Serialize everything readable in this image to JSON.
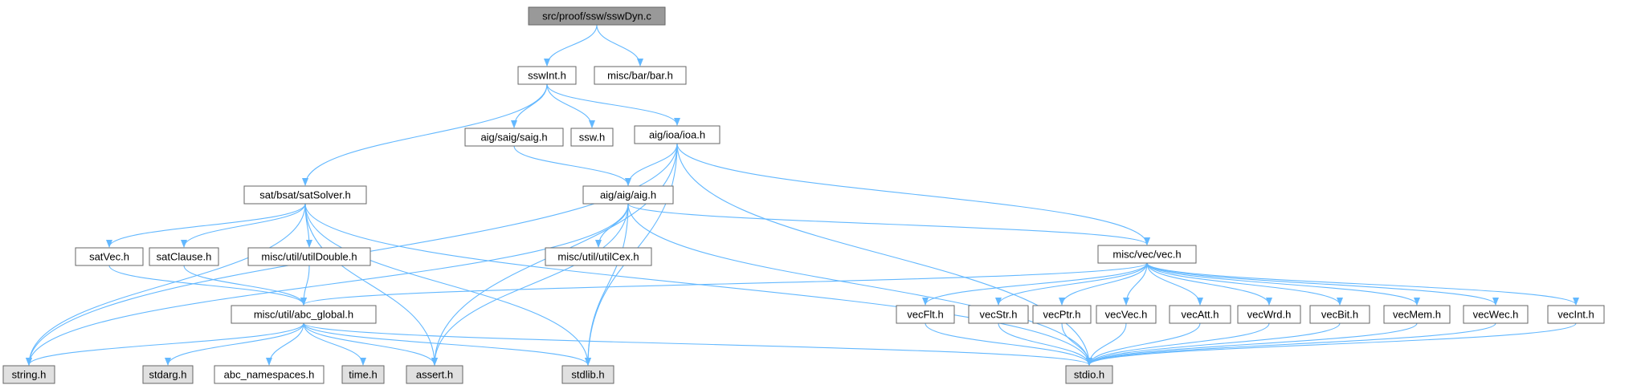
{
  "graph": {
    "colors": {
      "root_fill": "#999999",
      "system_fill": "#e0e0e0",
      "normal_fill": "#ffffff",
      "edge": "#63b8ff",
      "border": "#666666"
    },
    "nodes": [
      {
        "id": "sswDyn_c",
        "label": "src/proof/ssw/sswDyn.c",
        "kind": "root"
      },
      {
        "id": "sswInt_h",
        "label": "sswInt.h",
        "kind": "normal"
      },
      {
        "id": "misc_bar_bar_h",
        "label": "misc/bar/bar.h",
        "kind": "normal"
      },
      {
        "id": "aig_saig_saig_h",
        "label": "aig/saig/saig.h",
        "kind": "normal"
      },
      {
        "id": "ssw_h",
        "label": "ssw.h",
        "kind": "normal"
      },
      {
        "id": "aig_ioa_ioa_h",
        "label": "aig/ioa/ioa.h",
        "kind": "normal"
      },
      {
        "id": "sat_bsat_satSolver_h",
        "label": "sat/bsat/satSolver.h",
        "kind": "normal"
      },
      {
        "id": "aig_aig_aig_h",
        "label": "aig/aig/aig.h",
        "kind": "normal"
      },
      {
        "id": "satVec_h",
        "label": "satVec.h",
        "kind": "normal"
      },
      {
        "id": "satClause_h",
        "label": "satClause.h",
        "kind": "normal"
      },
      {
        "id": "misc_util_utilDouble_h",
        "label": "misc/util/utilDouble.h",
        "kind": "normal"
      },
      {
        "id": "misc_util_utilCex_h",
        "label": "misc/util/utilCex.h",
        "kind": "normal"
      },
      {
        "id": "misc_vec_vec_h",
        "label": "misc/vec/vec.h",
        "kind": "normal"
      },
      {
        "id": "misc_util_abc_global_h",
        "label": "misc/util/abc_global.h",
        "kind": "normal"
      },
      {
        "id": "vecFlt_h",
        "label": "vecFlt.h",
        "kind": "normal"
      },
      {
        "id": "vecStr_h",
        "label": "vecStr.h",
        "kind": "normal"
      },
      {
        "id": "vecPtr_h",
        "label": "vecPtr.h",
        "kind": "normal"
      },
      {
        "id": "vecVec_h",
        "label": "vecVec.h",
        "kind": "normal"
      },
      {
        "id": "vecAtt_h",
        "label": "vecAtt.h",
        "kind": "normal"
      },
      {
        "id": "vecWrd_h",
        "label": "vecWrd.h",
        "kind": "normal"
      },
      {
        "id": "vecBit_h",
        "label": "vecBit.h",
        "kind": "normal"
      },
      {
        "id": "vecMem_h",
        "label": "vecMem.h",
        "kind": "normal"
      },
      {
        "id": "vecWec_h",
        "label": "vecWec.h",
        "kind": "normal"
      },
      {
        "id": "vecInt_h",
        "label": "vecInt.h",
        "kind": "normal"
      },
      {
        "id": "string_h",
        "label": "string.h",
        "kind": "system"
      },
      {
        "id": "stdarg_h",
        "label": "stdarg.h",
        "kind": "system"
      },
      {
        "id": "abc_namespaces_h",
        "label": "abc_namespaces.h",
        "kind": "normal"
      },
      {
        "id": "time_h",
        "label": "time.h",
        "kind": "system"
      },
      {
        "id": "assert_h",
        "label": "assert.h",
        "kind": "system"
      },
      {
        "id": "stdlib_h",
        "label": "stdlib.h",
        "kind": "system"
      },
      {
        "id": "stdio_h",
        "label": "stdio.h",
        "kind": "system"
      }
    ],
    "edges": [
      [
        "sswDyn_c",
        "sswInt_h"
      ],
      [
        "sswDyn_c",
        "misc_bar_bar_h"
      ],
      [
        "sswInt_h",
        "aig_saig_saig_h"
      ],
      [
        "sswInt_h",
        "ssw_h"
      ],
      [
        "sswInt_h",
        "aig_ioa_ioa_h"
      ],
      [
        "sswInt_h",
        "sat_bsat_satSolver_h"
      ],
      [
        "aig_saig_saig_h",
        "aig_aig_aig_h"
      ],
      [
        "aig_ioa_ioa_h",
        "aig_aig_aig_h"
      ],
      [
        "aig_ioa_ioa_h",
        "string_h"
      ],
      [
        "aig_ioa_ioa_h",
        "assert_h"
      ],
      [
        "aig_ioa_ioa_h",
        "stdlib_h"
      ],
      [
        "aig_ioa_ioa_h",
        "stdio_h"
      ],
      [
        "aig_ioa_ioa_h",
        "misc_vec_vec_h"
      ],
      [
        "sat_bsat_satSolver_h",
        "string_h"
      ],
      [
        "sat_bsat_satSolver_h",
        "satVec_h"
      ],
      [
        "sat_bsat_satSolver_h",
        "satClause_h"
      ],
      [
        "sat_bsat_satSolver_h",
        "misc_util_utilDouble_h"
      ],
      [
        "sat_bsat_satSolver_h",
        "assert_h"
      ],
      [
        "sat_bsat_satSolver_h",
        "stdlib_h"
      ],
      [
        "sat_bsat_satSolver_h",
        "stdio_h"
      ],
      [
        "aig_aig_aig_h",
        "string_h"
      ],
      [
        "aig_aig_aig_h",
        "assert_h"
      ],
      [
        "aig_aig_aig_h",
        "misc_util_utilCex_h"
      ],
      [
        "aig_aig_aig_h",
        "stdlib_h"
      ],
      [
        "aig_aig_aig_h",
        "stdio_h"
      ],
      [
        "aig_aig_aig_h",
        "misc_vec_vec_h"
      ],
      [
        "satVec_h",
        "misc_util_abc_global_h"
      ],
      [
        "satClause_h",
        "misc_util_abc_global_h"
      ],
      [
        "misc_util_utilDouble_h",
        "misc_util_abc_global_h"
      ],
      [
        "misc_vec_vec_h",
        "misc_util_abc_global_h"
      ],
      [
        "misc_vec_vec_h",
        "vecFlt_h"
      ],
      [
        "misc_vec_vec_h",
        "vecStr_h"
      ],
      [
        "misc_vec_vec_h",
        "vecPtr_h"
      ],
      [
        "misc_vec_vec_h",
        "vecVec_h"
      ],
      [
        "misc_vec_vec_h",
        "vecAtt_h"
      ],
      [
        "misc_vec_vec_h",
        "vecWrd_h"
      ],
      [
        "misc_vec_vec_h",
        "vecBit_h"
      ],
      [
        "misc_vec_vec_h",
        "vecMem_h"
      ],
      [
        "misc_vec_vec_h",
        "vecWec_h"
      ],
      [
        "misc_vec_vec_h",
        "vecInt_h"
      ],
      [
        "misc_util_abc_global_h",
        "string_h"
      ],
      [
        "misc_util_abc_global_h",
        "stdarg_h"
      ],
      [
        "misc_util_abc_global_h",
        "abc_namespaces_h"
      ],
      [
        "misc_util_abc_global_h",
        "time_h"
      ],
      [
        "misc_util_abc_global_h",
        "assert_h"
      ],
      [
        "misc_util_abc_global_h",
        "stdlib_h"
      ],
      [
        "misc_util_abc_global_h",
        "stdio_h"
      ],
      [
        "vecFlt_h",
        "stdio_h"
      ],
      [
        "vecStr_h",
        "stdio_h"
      ],
      [
        "vecPtr_h",
        "stdio_h"
      ],
      [
        "vecVec_h",
        "stdio_h"
      ],
      [
        "vecAtt_h",
        "stdio_h"
      ],
      [
        "vecWrd_h",
        "stdio_h"
      ],
      [
        "vecBit_h",
        "stdio_h"
      ],
      [
        "vecMem_h",
        "stdio_h"
      ],
      [
        "vecWec_h",
        "stdio_h"
      ],
      [
        "vecInt_h",
        "stdio_h"
      ]
    ]
  }
}
